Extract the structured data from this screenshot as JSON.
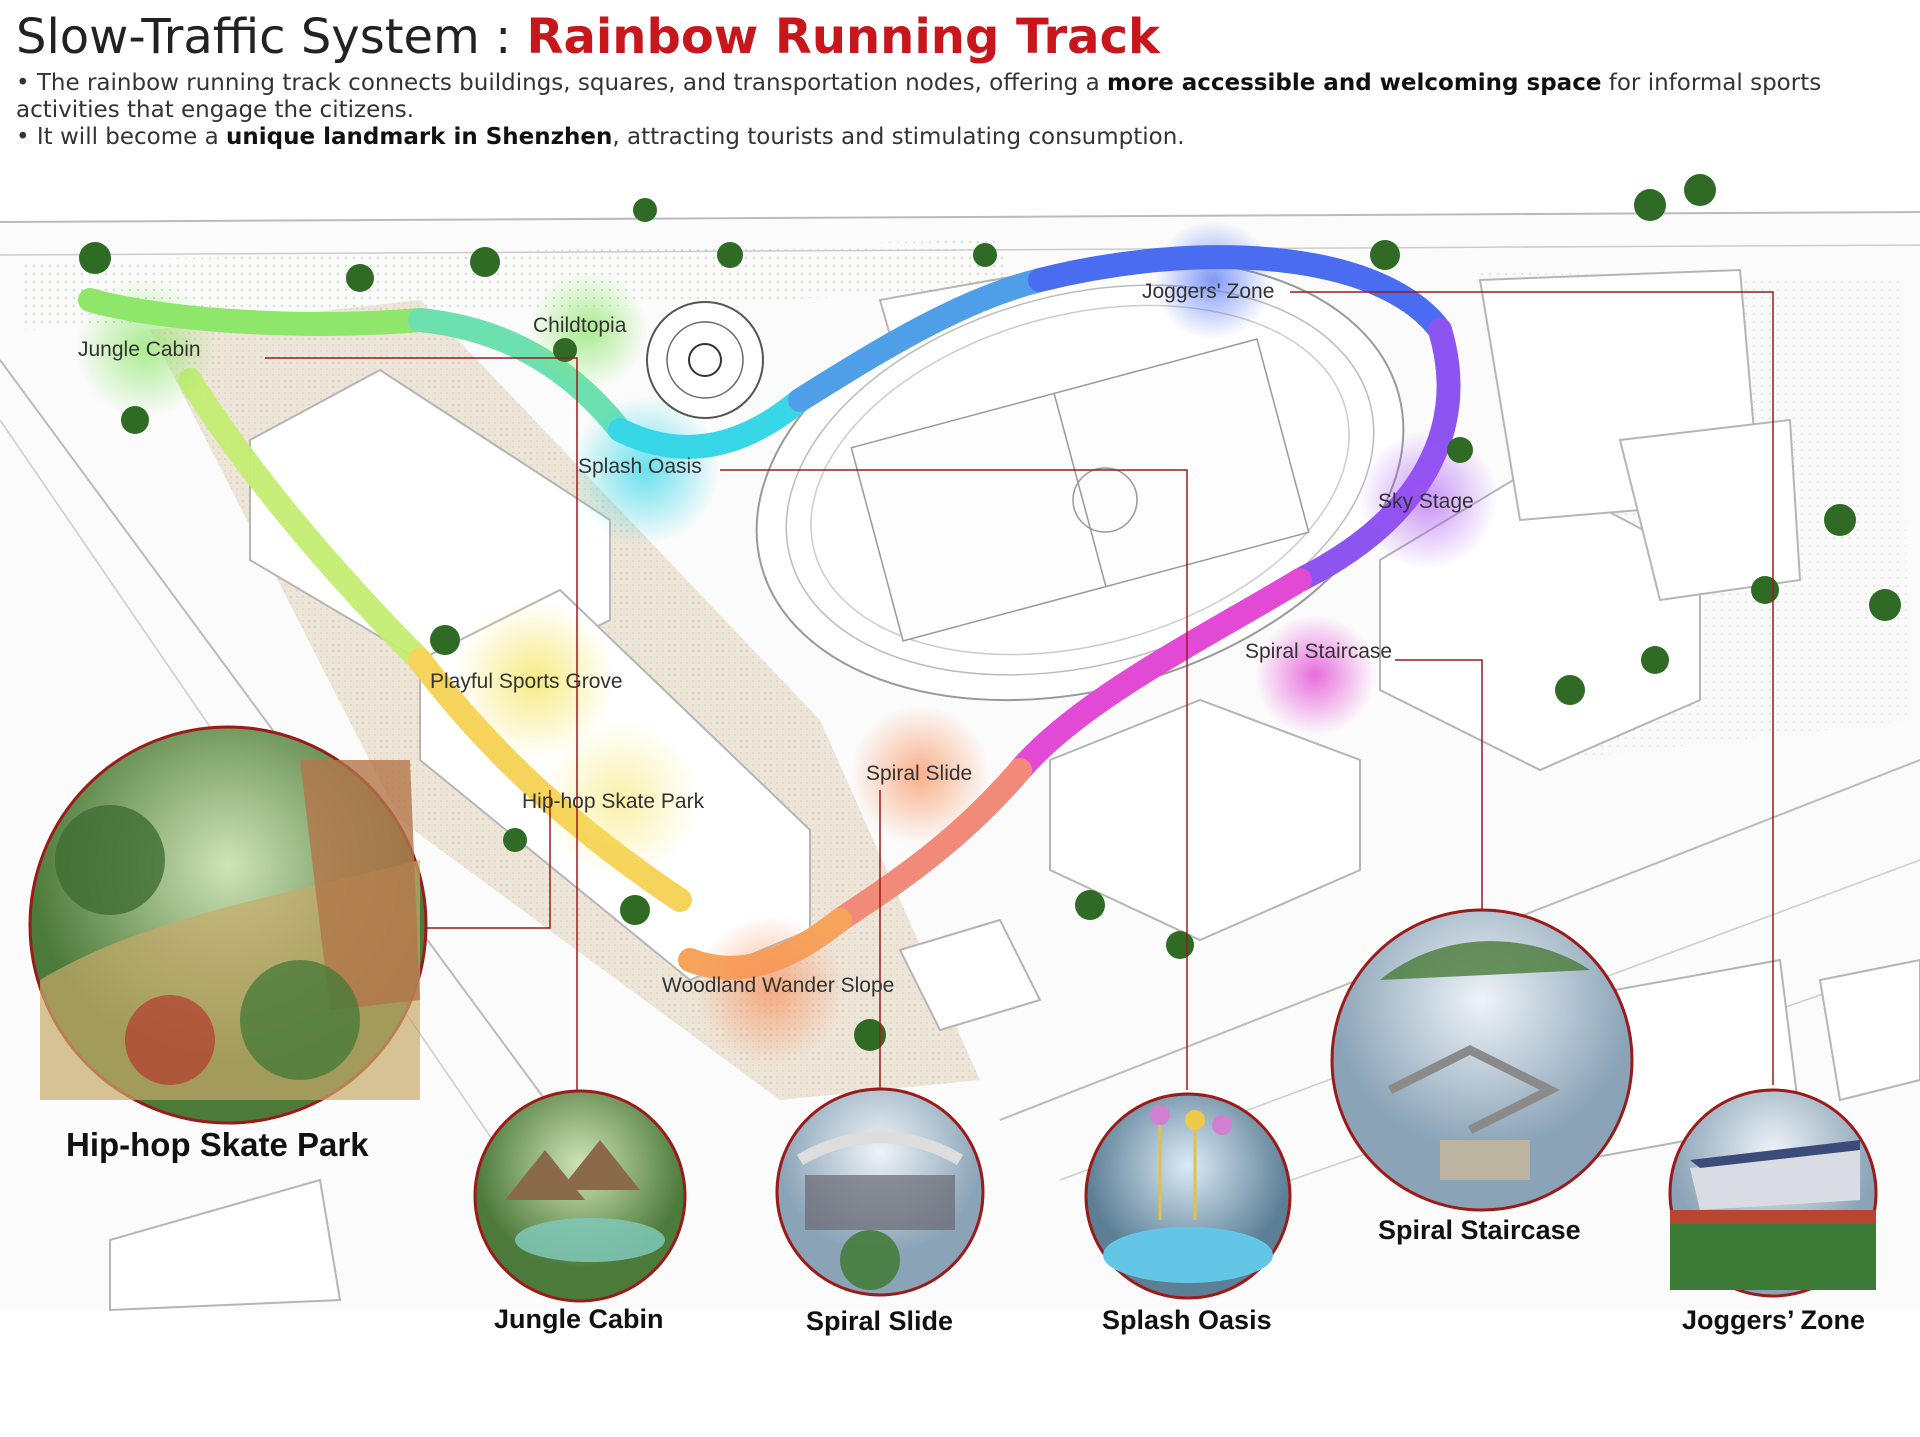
{
  "header": {
    "title_prefix": "Slow-Traffic System : ",
    "title_accent": "Rainbow Running Track",
    "bullet1_a": "• The rainbow running track connects buildings, squares, and transportation nodes, offering a ",
    "bullet1_b": "more accessible and welcoming space",
    "bullet1_c": " for informal sports activities that engage the citizens.",
    "bullet2_a": "• It will become a ",
    "bullet2_b": "unique landmark in Shenzhen",
    "bullet2_c": ", attracting tourists and stimulating consumption."
  },
  "zones": {
    "jungle_cabin": "Jungle Cabin",
    "childtopia": "Childtopia",
    "splash_oasis": "Splash Oasis",
    "joggers_zone": "Joggers' Zone",
    "sky_stage": "Sky Stage",
    "spiral_staircase": "Spiral Staircase",
    "playful_sports_grove": "Playful Sports Grove",
    "spiral_slide": "Spiral Slide",
    "hiphop_skate_park": "Hip-hop Skate Park",
    "woodland_wander_slope": "Woodland Wander Slope"
  },
  "photos": {
    "hiphop": "Hip-hop Skate Park",
    "jungle": "Jungle Cabin",
    "slide": "Spiral Slide",
    "splash": "Splash Oasis",
    "staircase": "Spiral Staircase",
    "joggers": "Joggers’ Zone"
  },
  "colors": {
    "accent": "#c8161d",
    "leader": "#9b1b1b",
    "track_green": "#8ee66b",
    "track_cyan": "#38d7e8",
    "track_blue": "#4a6cf0",
    "track_purple": "#a54cf2",
    "track_magenta": "#e24ad6",
    "track_orange": "#f7a35c",
    "track_yellow": "#f6e45a"
  }
}
